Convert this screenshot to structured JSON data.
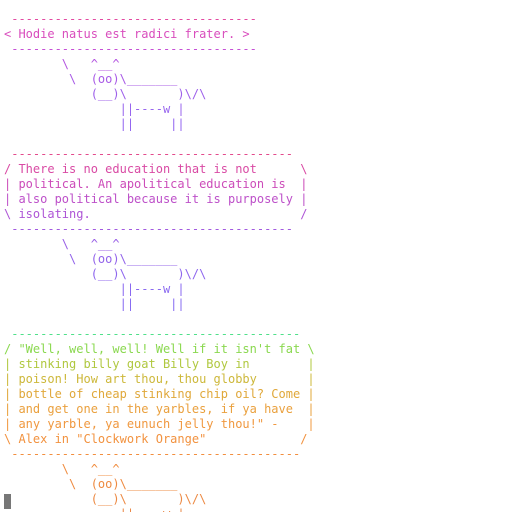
{
  "terminal": {
    "background": "#ffffff",
    "cursor_color": "#777777",
    "lines": [
      {
        "text": " ----------------------------------",
        "color": "#e34aa2"
      },
      {
        "text": "< Hodie natus est radici frater. >",
        "color": "#d94dbd"
      },
      {
        "text": " ----------------------------------",
        "color": "#c650d6"
      },
      {
        "text": "        \\   ^__^",
        "color": "#b455e0"
      },
      {
        "text": "         \\  (oo)\\_______",
        "color": "#a85ae6"
      },
      {
        "text": "            (__)\\       )\\/\\",
        "color": "#9e60ea"
      },
      {
        "text": "                ||----w |",
        "color": "#9866ee"
      },
      {
        "text": "                ||     ||",
        "color": "#9366f0"
      },
      {
        "text": "",
        "color": "#9366f0"
      },
      {
        "text": " ---------------------------------------",
        "color": "#e34a8c"
      },
      {
        "text": "/ There is no education that is not      \\",
        "color": "#d94aa4"
      },
      {
        "text": "| political. An apolitical education is  |",
        "color": "#cc4cb9"
      },
      {
        "text": "| also political because it is purposely |",
        "color": "#bd50c9"
      },
      {
        "text": "\\ isolating.                             /",
        "color": "#ae55d6"
      },
      {
        "text": " ---------------------------------------",
        "color": "#a25ae0"
      },
      {
        "text": "        \\   ^__^",
        "color": "#995fe6"
      },
      {
        "text": "         \\  (oo)\\_______",
        "color": "#9263ea"
      },
      {
        "text": "            (__)\\       )\\/\\",
        "color": "#8e66ee"
      },
      {
        "text": "                ||----w |",
        "color": "#8a69f0"
      },
      {
        "text": "                ||     ||",
        "color": "#876cf2"
      },
      {
        "text": "",
        "color": "#876cf2"
      },
      {
        "text": " ----------------------------------------",
        "color": "#4fe08a"
      },
      {
        "text": "/ \"Well, well, well! Well if it isn't fat \\",
        "color": "#8ad84f"
      },
      {
        "text": "| stinking billy goat Billy Boy in        |",
        "color": "#b0c83f"
      },
      {
        "text": "| poison! How art thou, thou globby       |",
        "color": "#cdb83a"
      },
      {
        "text": "| bottle of cheap stinking chip oil? Come |",
        "color": "#e0a83a"
      },
      {
        "text": "| and get one in the yarbles, if ya have  |",
        "color": "#eaa03d"
      },
      {
        "text": "| any yarble, ya eunuch jelly thou!\" -    |",
        "color": "#f0983f"
      },
      {
        "text": "\\ Alex in \"Clockwork Orange\"             /",
        "color": "#f2923f"
      },
      {
        "text": " ----------------------------------------",
        "color": "#f28e3e"
      },
      {
        "text": "        \\   ^__^",
        "color": "#f08c3e"
      },
      {
        "text": "         \\  (oo)\\_______",
        "color": "#ee8a40"
      },
      {
        "text": "            (__)\\       )\\/\\",
        "color": "#ec8943"
      },
      {
        "text": "                ||----w |",
        "color": "#ea8847"
      },
      {
        "text": "                ||     ||",
        "color": "#e8874a"
      }
    ]
  }
}
